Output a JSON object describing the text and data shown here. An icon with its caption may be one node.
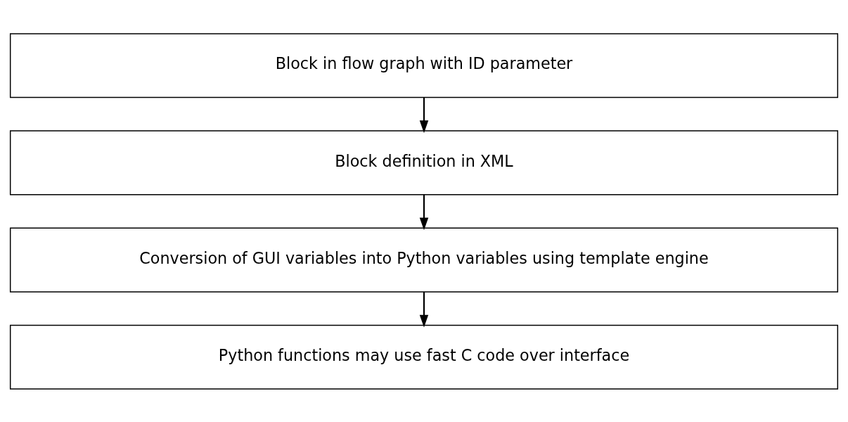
{
  "diagram": {
    "nodes": [
      {
        "text": [
          "Block in flow graph with ID parameter"
        ]
      },
      {
        "text": [
          "Block definition in XML"
        ]
      },
      {
        "text": [
          "Conversion of GUI variables into Python variables using template engine"
        ]
      },
      {
        "text": [
          "Python functions may use fast C code over interface"
        ]
      }
    ],
    "edges": [
      {
        "from": 0,
        "to": 1,
        "arrow": "to"
      },
      {
        "from": 1,
        "to": 2,
        "arrow": "to"
      },
      {
        "from": 2,
        "to": 3,
        "arrow": "to"
      }
    ]
  }
}
